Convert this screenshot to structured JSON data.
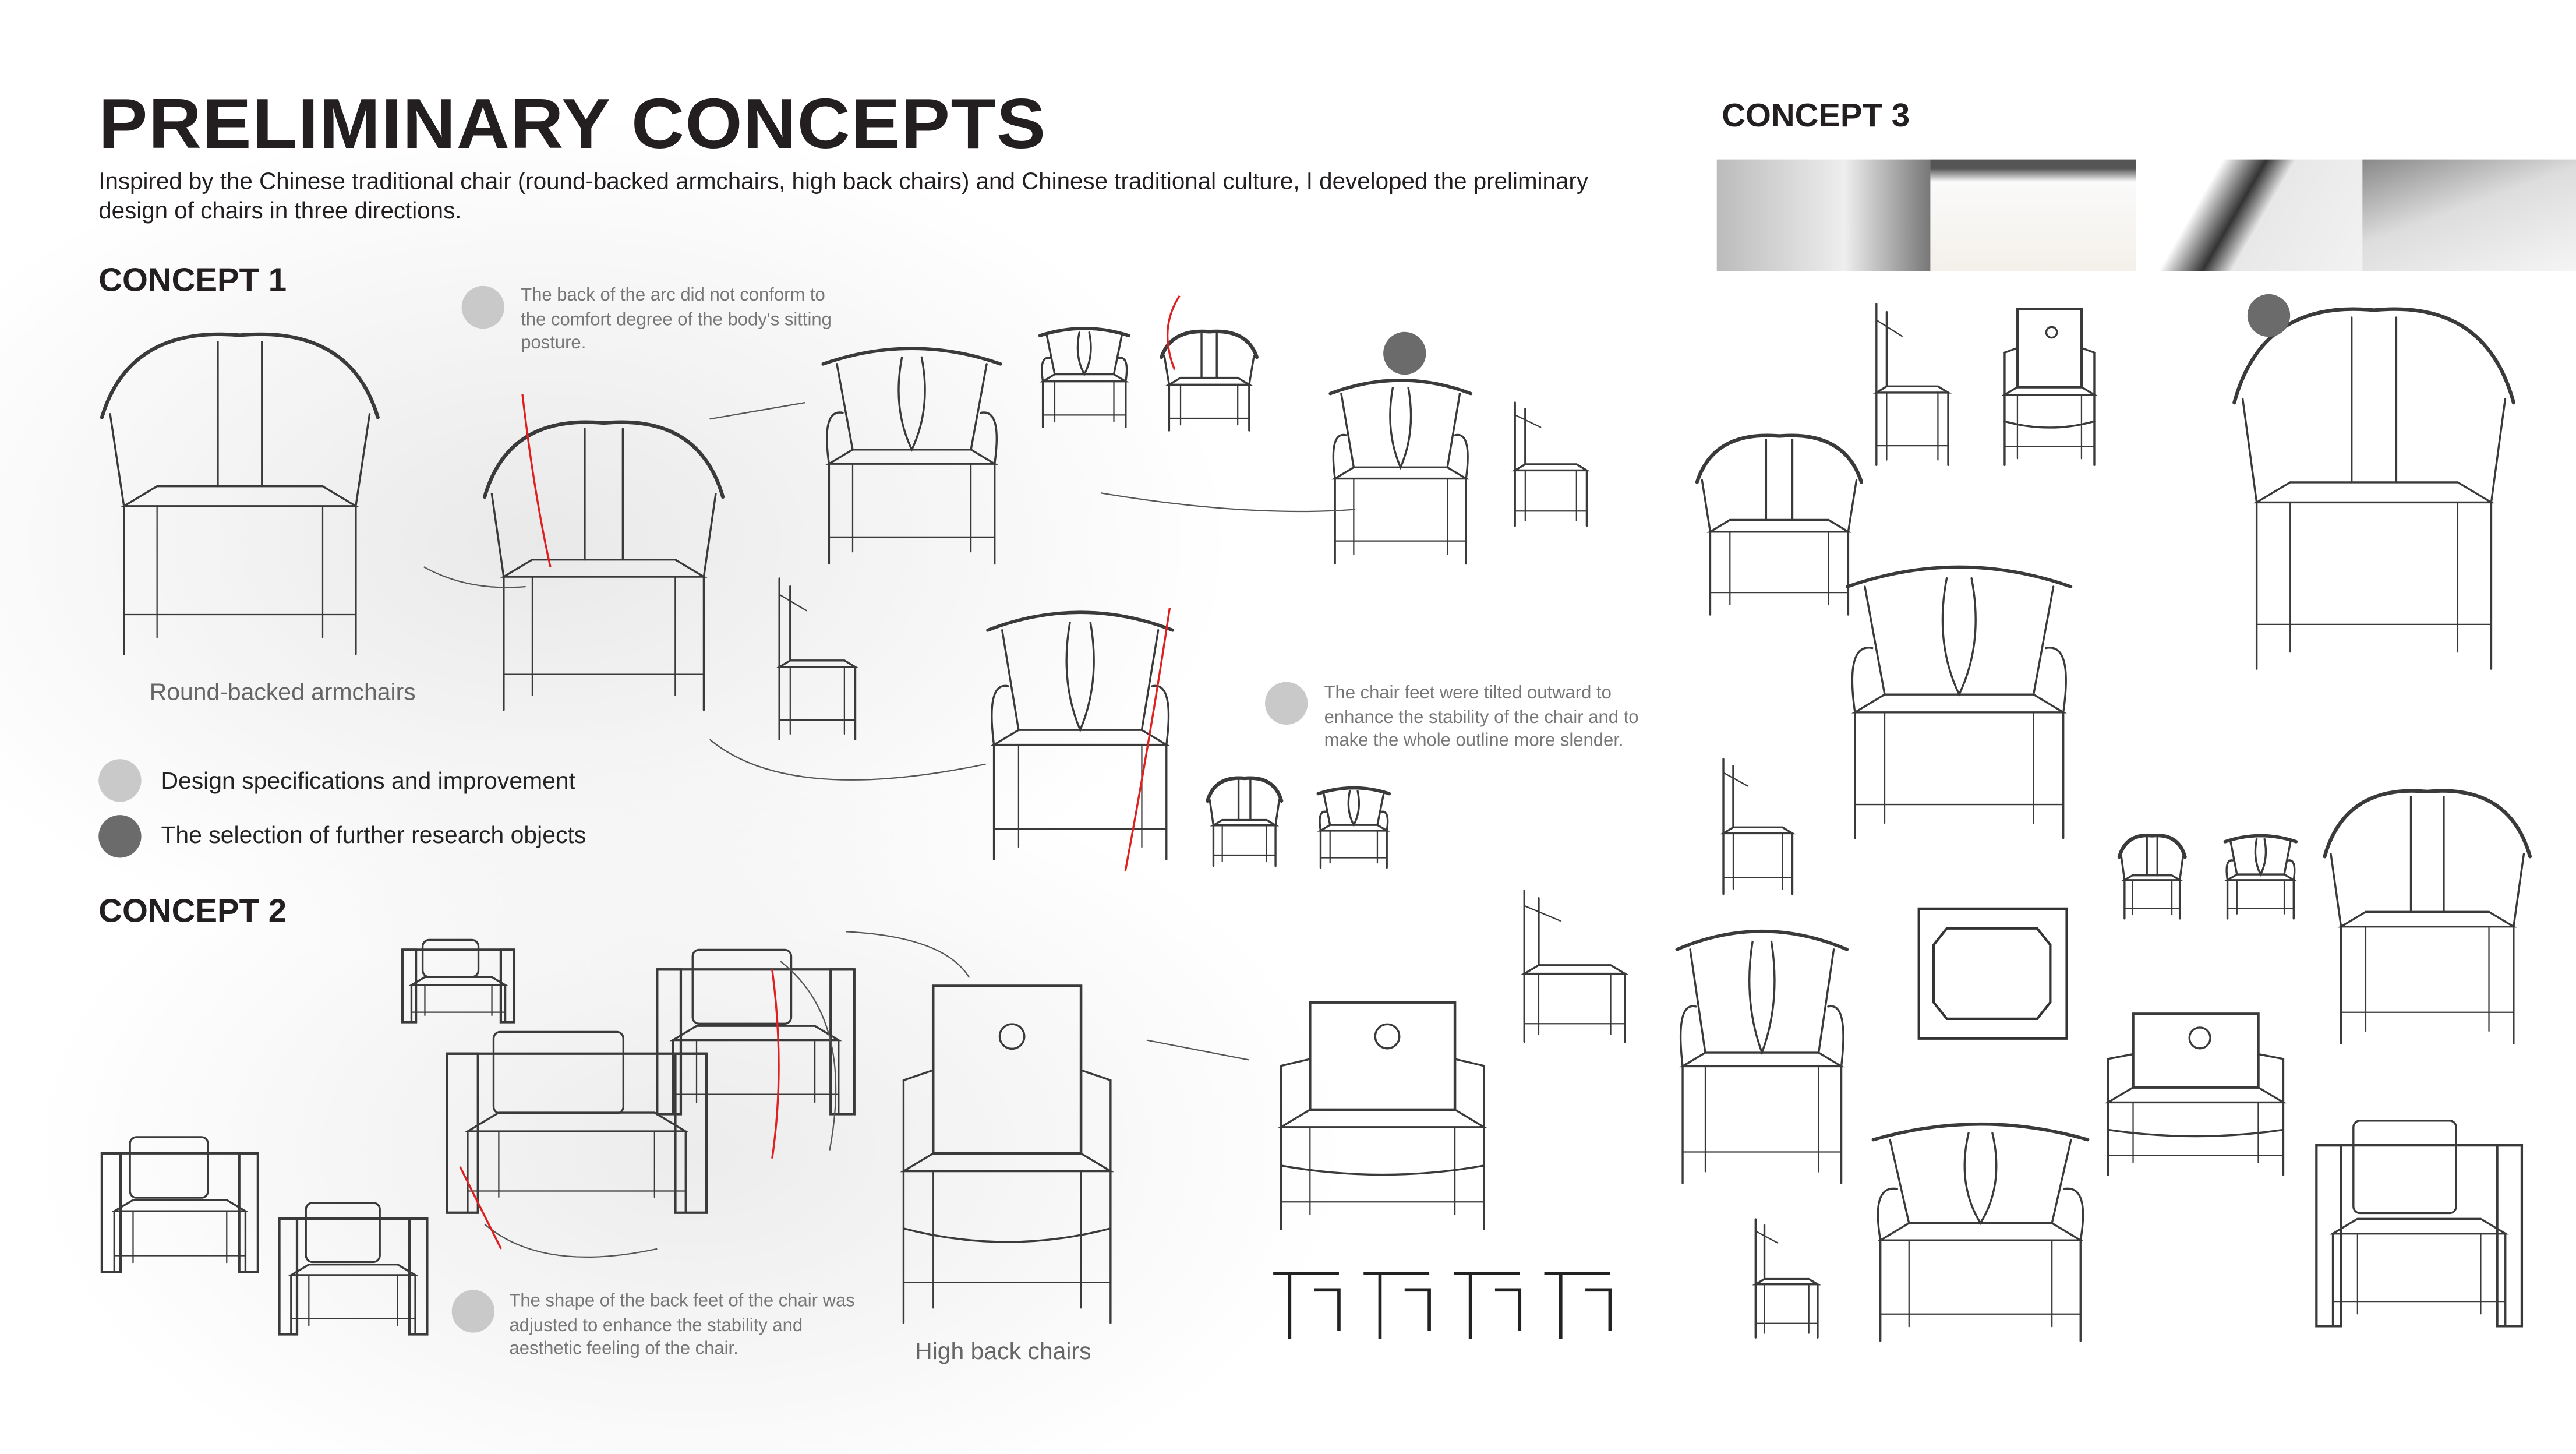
{
  "title": "PRELIMINARY CONCEPTS",
  "description": "Inspired by the Chinese traditional chair (round-backed armchairs, high back chairs) and Chinese traditional culture, I developed the preliminary design of chairs in three directions.",
  "concept1": {
    "heading": "CONCEPT 1",
    "caption": "Round-backed armchairs",
    "note_back_arc": "The back of the arc did not conform to the comfort degree of the body's sitting posture.",
    "note_feet_tilted": "The chair feet were tilted outward to enhance the stability of the chair and to make the whole outline more slender."
  },
  "legend": {
    "light": {
      "label": "Design specifications and improvement",
      "color": "#c9c9c9"
    },
    "dark": {
      "label": "The selection of further research objects",
      "color": "#6b6b6b"
    }
  },
  "concept2": {
    "heading": "CONCEPT 2",
    "caption": "High back chairs",
    "note_back_feet": "The shape of the back feet of the chair was adjusted to enhance the stability and aesthetic feeling of the chair."
  },
  "concept3": {
    "heading": "CONCEPT 3"
  },
  "colors": {
    "ink": "#231f20",
    "annotation_red": "#e02020"
  }
}
